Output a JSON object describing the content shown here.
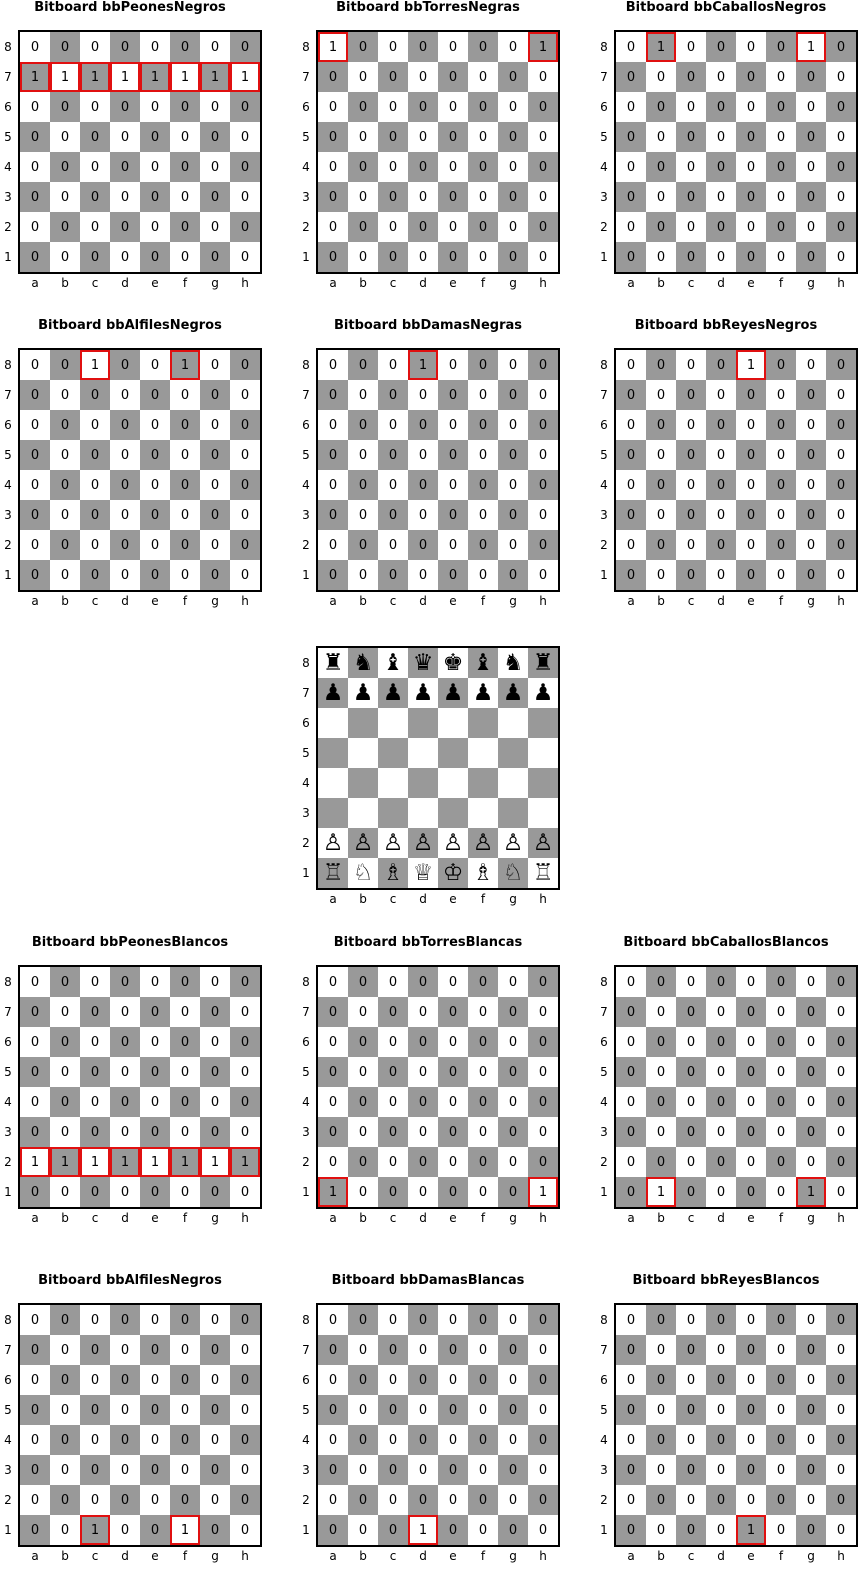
{
  "boards": [
    {
      "title": "Bitboard bbPeonesNegros",
      "ones": [
        "a7",
        "b7",
        "c7",
        "d7",
        "e7",
        "f7",
        "g7",
        "h7"
      ]
    },
    {
      "title": "Bitboard bbTorresNegras",
      "ones": [
        "a8",
        "h8"
      ]
    },
    {
      "title": "Bitboard bbCaballosNegros",
      "ones": [
        "b8",
        "g8"
      ]
    },
    {
      "title": "Bitboard bbAlfilesNegros",
      "ones": [
        "c8",
        "f8"
      ]
    },
    {
      "title": "Bitboard bbDamasNegras",
      "ones": [
        "d8"
      ]
    },
    {
      "title": "Bitboard bbReyesNegros",
      "ones": [
        "e8"
      ]
    },
    {
      "title": "Bitboard bbPeonesBlancos",
      "ones": [
        "a2",
        "b2",
        "c2",
        "d2",
        "e2",
        "f2",
        "g2",
        "h2"
      ]
    },
    {
      "title": "Bitboard bbTorresBlancas",
      "ones": [
        "a1",
        "h1"
      ]
    },
    {
      "title": "Bitboard bbCaballosBlancos",
      "ones": [
        "b1",
        "g1"
      ]
    },
    {
      "title": "Bitboard bbAlfilesNegros",
      "ones": [
        "c1",
        "f1"
      ]
    },
    {
      "title": "Bitboard bbDamasBlancas",
      "ones": [
        "d1"
      ]
    },
    {
      "title": "Bitboard bbReyesBlancos",
      "ones": [
        "e1"
      ]
    }
  ],
  "position": {
    "rows": [
      [
        "♜",
        "♞",
        "♝",
        "♛",
        "♚",
        "♝",
        "♞",
        "♜"
      ],
      [
        "♟",
        "♟",
        "♟",
        "♟",
        "♟",
        "♟",
        "♟",
        "♟"
      ],
      [
        "",
        "",
        "",
        "",
        "",
        "",
        "",
        ""
      ],
      [
        "",
        "",
        "",
        "",
        "",
        "",
        "",
        ""
      ],
      [
        "",
        "",
        "",
        "",
        "",
        "",
        "",
        ""
      ],
      [
        "",
        "",
        "",
        "",
        "",
        "",
        "",
        ""
      ],
      [
        "♙",
        "♙",
        "♙",
        "♙",
        "♙",
        "♙",
        "♙",
        "♙"
      ],
      [
        "♖",
        "♘",
        "♗",
        "♕",
        "♔",
        "♗",
        "♘",
        "♖"
      ]
    ]
  },
  "files": [
    "a",
    "b",
    "c",
    "d",
    "e",
    "f",
    "g",
    "h"
  ],
  "ranks": [
    "8",
    "7",
    "6",
    "5",
    "4",
    "3",
    "2",
    "1"
  ],
  "bit_on": "1",
  "bit_off": "0",
  "colors": {
    "light": "#ffffff",
    "dark": "#999999",
    "highlight": "#e01010"
  }
}
